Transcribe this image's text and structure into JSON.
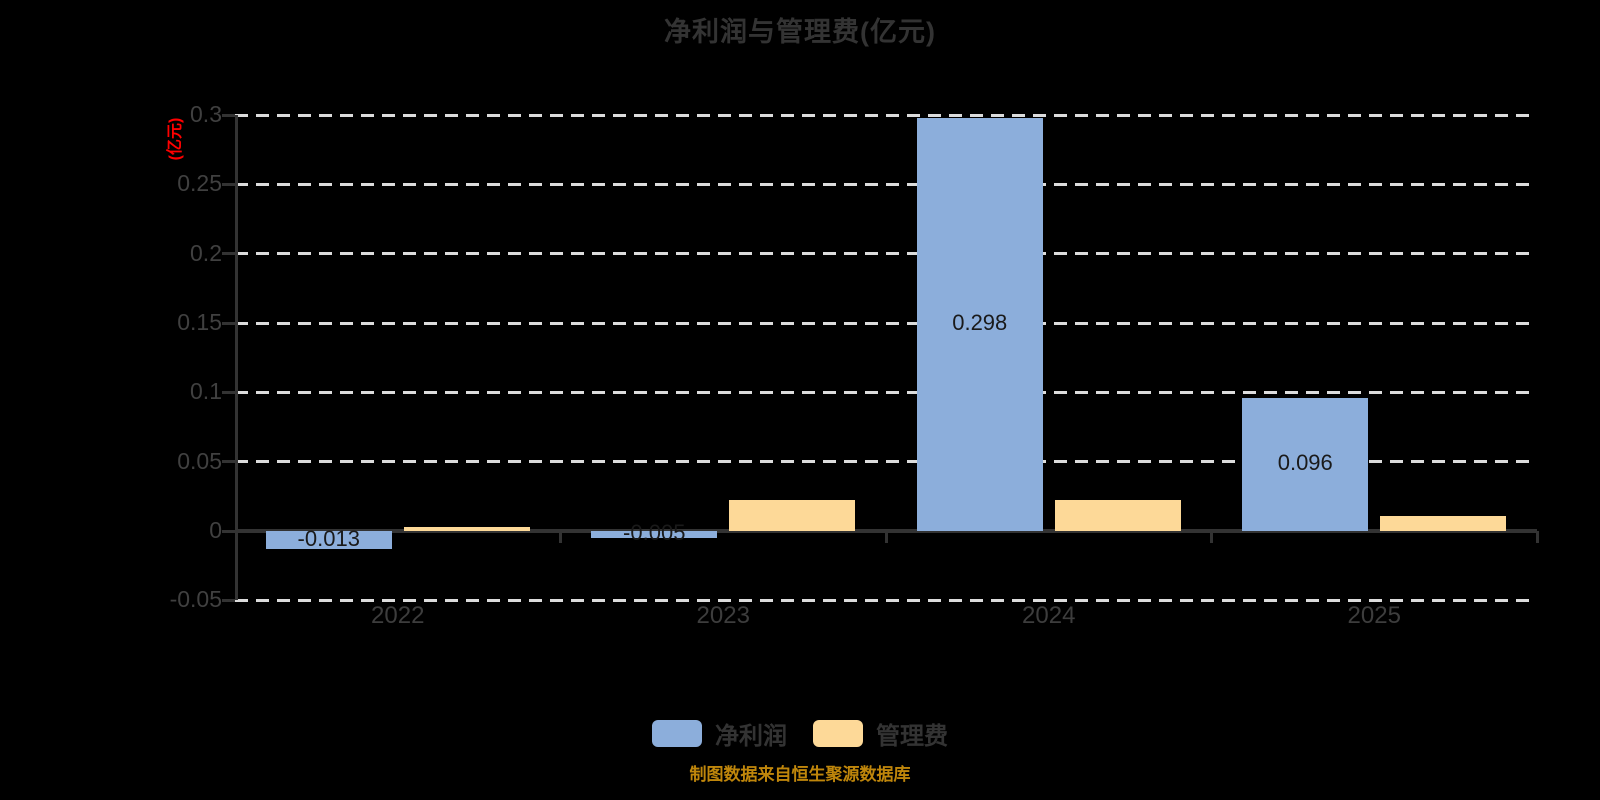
{
  "title": "净利润与管理费(亿元)",
  "y_axis_unit_label": "(亿元)",
  "footer_note": "制图数据来自恒生聚源数据库",
  "colors": {
    "background": "#000000",
    "net_profit_bar": "#8CAEDB",
    "mgmt_fee_bar": "#FDD998",
    "grid_dash": "#DCDCDC",
    "axis": "#333333",
    "tick_text": "#404040",
    "title_text": "#333333",
    "y_unit_text": "#FF0000",
    "footer_text": "#BF860B",
    "bar_label_text": "#1A1A1A"
  },
  "chart_data": {
    "type": "bar",
    "title": "净利润与管理费(亿元)",
    "ylabel": "(亿元)",
    "categories": [
      "2022",
      "2023",
      "2024",
      "2025"
    ],
    "series": [
      {
        "key": "net-profit",
        "name": "净利润",
        "color": "#8CAEDB",
        "values": [
          -0.013,
          -0.005,
          0.298,
          0.096
        ],
        "labels": [
          "-0.013",
          "-0.005",
          "0.298",
          "0.096"
        ]
      },
      {
        "key": "mgmt-fee",
        "name": "管理费",
        "color": "#FDD998",
        "values": [
          0.003,
          0.022,
          0.022,
          0.011
        ],
        "labels": null
      }
    ],
    "yticks": [
      -0.05,
      0,
      0.05,
      0.1,
      0.15,
      0.2,
      0.25,
      0.3
    ],
    "ytick_labels": [
      "-0.05",
      "0",
      "0.05",
      "0.1",
      "0.15",
      "0.2",
      "0.25",
      "0.3"
    ],
    "ylim": [
      -0.05,
      0.3
    ],
    "grid": "horizontal-dashed",
    "legend_position": "bottom"
  }
}
